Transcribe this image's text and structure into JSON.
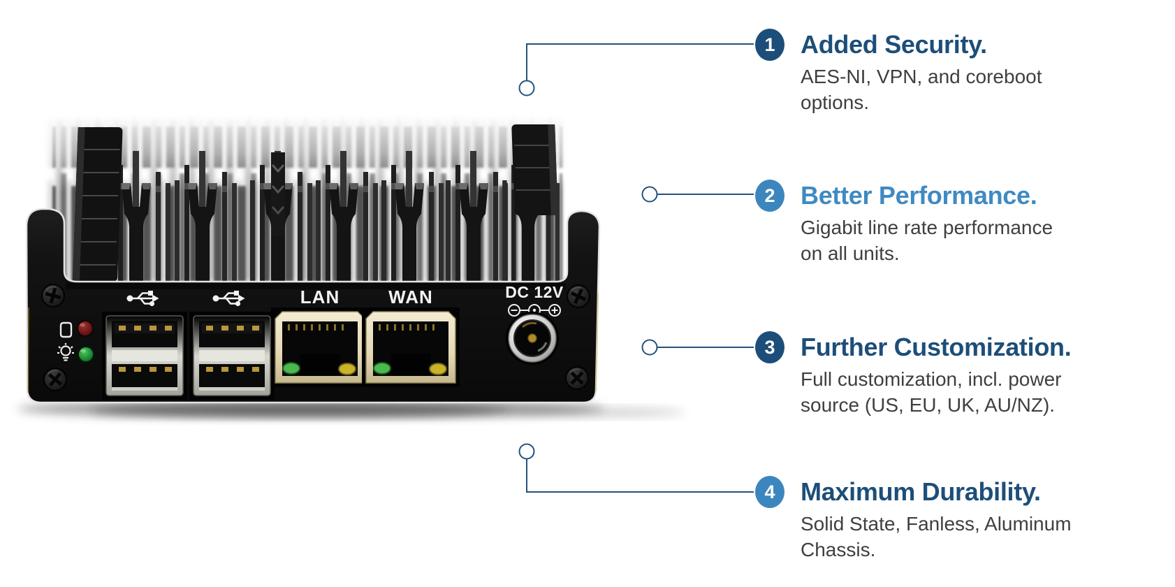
{
  "callouts": [
    {
      "number": "1",
      "title": "Added Security.",
      "body_lines": [
        "AES-NI, VPN, and coreboot",
        "options."
      ],
      "badge_color": "#1d4e79",
      "title_color": "#1d4e79"
    },
    {
      "number": "2",
      "title": "Better Performance.",
      "body_lines": [
        "Gigabit line rate performance",
        "on all units."
      ],
      "badge_color": "#3c86be",
      "title_color": "#3f8ac2"
    },
    {
      "number": "3",
      "title": "Further Customization.",
      "body_lines": [
        "Full customization, incl. power",
        "source (US, EU, UK, AU/NZ)."
      ],
      "badge_color": "#1d4e79",
      "title_color": "#1d4e79"
    },
    {
      "number": "4",
      "title": "Maximum Durability.",
      "body_lines": [
        "Solid State, Fanless, Aluminum",
        "Chassis."
      ],
      "badge_color": "#3c86be",
      "title_color": "#1d4e79"
    }
  ],
  "device": {
    "description": "Black fanless aluminum mini PC, front view with heatsink fins",
    "port_labels": {
      "lan": "LAN",
      "wan": "WAN",
      "dc_power": "DC 12V"
    },
    "leds": [
      {
        "name": "disk-activity-led",
        "color": "#8c2020"
      },
      {
        "name": "power-led",
        "color": "#2da04a"
      }
    ],
    "ethernet_led_colors": {
      "left": "#4db84e",
      "right": "#c9b42a"
    }
  },
  "colors": {
    "accent_dark_blue": "#1d4e79",
    "accent_light_blue": "#3c86be",
    "body_text": "#3f3f3f",
    "connector_line": "#24537d",
    "background": "#ffffff"
  }
}
